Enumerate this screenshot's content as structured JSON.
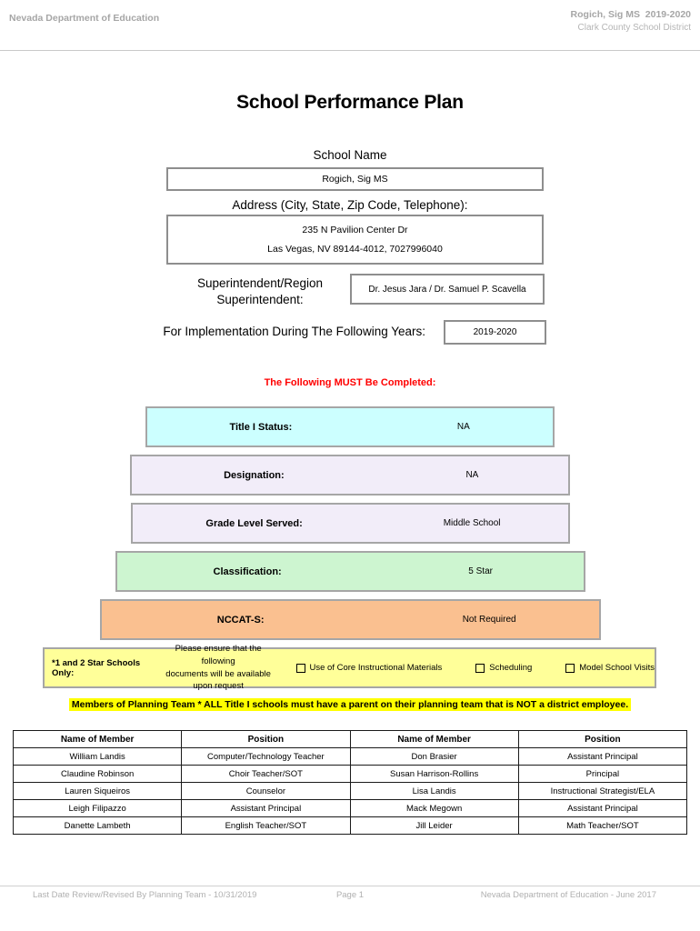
{
  "header": {
    "left": "Nevada Department of Education",
    "right_line1": "Rogich, Sig MS  2019-2020",
    "right_line2": "Clark County School District"
  },
  "title": "School Performance Plan",
  "form": {
    "school_name_label": "School Name",
    "school_name_value": "Rogich, Sig MS",
    "address_label": "Address (City, State, Zip Code, Telephone):",
    "address_line1": "235 N Pavilion Center Dr",
    "address_line2": "Las Vegas, NV  89144-4012, 7027996040",
    "superintendent_label": "Superintendent/Region Superintendent:",
    "superintendent_value": "Dr. Jesus Jara / Dr. Samuel P. Scavella",
    "implementation_label": "For Implementation During The Following Years:",
    "implementation_value": "2019-2020"
  },
  "must_complete_notice": "The Following MUST Be Completed:",
  "colors": {
    "notice_red": "#FF0000",
    "title1_cyan": "#CCFFFF",
    "lavender": "#F2EDF9",
    "green": "#CDF5D0",
    "orange": "#FAC090",
    "star_yellow": "#FFFF99",
    "highlight_yellow": "#FFFF00"
  },
  "status_rows": [
    {
      "label": "Title I Status:",
      "value": "NA",
      "color": "#CCFFFF"
    },
    {
      "label": "Designation:",
      "value": "NA",
      "color": "#F2EDF9"
    },
    {
      "label": "Grade Level Served:",
      "value": "Middle School",
      "color": "#F2EDF9"
    },
    {
      "label": "Classification:",
      "value": "5 Star",
      "color": "#CDF5D0"
    },
    {
      "label": "NCCAT-S:",
      "value": "Not Required",
      "color": "#FAC090"
    }
  ],
  "star_schools": {
    "label": "*1 and 2 Star Schools Only:",
    "note_line1": "Please ensure that the following",
    "note_line2": "documents will be available upon request",
    "checkboxes": [
      {
        "label": "Use of Core Instructional Materials",
        "checked": false
      },
      {
        "label": "Scheduling",
        "checked": false
      },
      {
        "label": "Model School Visits",
        "checked": false
      }
    ]
  },
  "planning_team_notice": "Members of Planning Team * ALL Title I schools must have a parent on their planning team that is NOT a district employee.",
  "members_table": {
    "headers": [
      "Name of Member",
      "Position",
      "Name of Member",
      "Position"
    ],
    "rows": [
      [
        "William Landis",
        "Computer/Technology Teacher",
        "Don Brasier",
        "Assistant Principal"
      ],
      [
        "Claudine Robinson",
        "Choir Teacher/SOT",
        "Susan Harrison-Rollins",
        "Principal"
      ],
      [
        "Lauren Siqueiros",
        "Counselor",
        "Lisa Landis",
        "Instructional Strategist/ELA"
      ],
      [
        "Leigh Filipazzo",
        "Assistant Principal",
        "Mack Megown",
        "Assistant Principal"
      ],
      [
        "Danette Lambeth",
        "English Teacher/SOT",
        "Jill Leider",
        "Math Teacher/SOT"
      ]
    ]
  },
  "footer": {
    "left": "Last Date Review/Revised By Planning Team - 10/31/2019",
    "center": "Page 1",
    "right": "Nevada Department of Education - June 2017"
  }
}
